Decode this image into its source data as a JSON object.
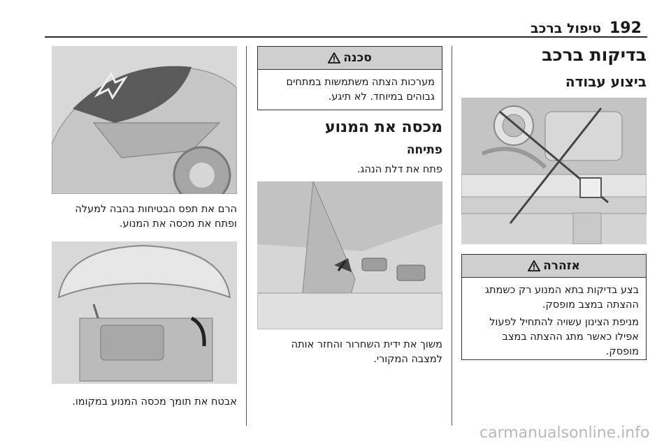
{
  "header": {
    "page_number": "192",
    "section": "טיפול ברכב"
  },
  "right_column": {
    "heading": "בדיקות ברכב",
    "subheading": "ביצוע עבודה",
    "warning": {
      "title": "אזהרה",
      "paragraphs": [
        "בצע בדיקות בתא המנוע רק כשמתג ההצתה במצב מופסק.",
        "מניפת הצינון עשויה להתחיל לפעול אפילו כאשר מתג ההצתה במצב מופסק."
      ]
    }
  },
  "middle_column": {
    "caution": {
      "title": "סכנה",
      "text": "מערכות הצתה משתמשות במתחים גבוהים במיוחד. לא תיגע."
    },
    "heading": "מכסה את המנוע",
    "subheading": "פתיחה",
    "open_door": "פתח את דלת הנהג.",
    "pull_handle": "משוך את ידית השחרור והחזר אותה למצבה המקורי."
  },
  "left_column": {
    "raise_catch": "הרם את תפס הבטיחות בהבה למעלה ופתח את מכסה את המנוע.",
    "secure_prop": "אבטח את תומך מכסה המנוע במקומו."
  },
  "watermark": "carmanualsonline.info",
  "icons": {
    "warning": "warning-triangle-icon"
  }
}
